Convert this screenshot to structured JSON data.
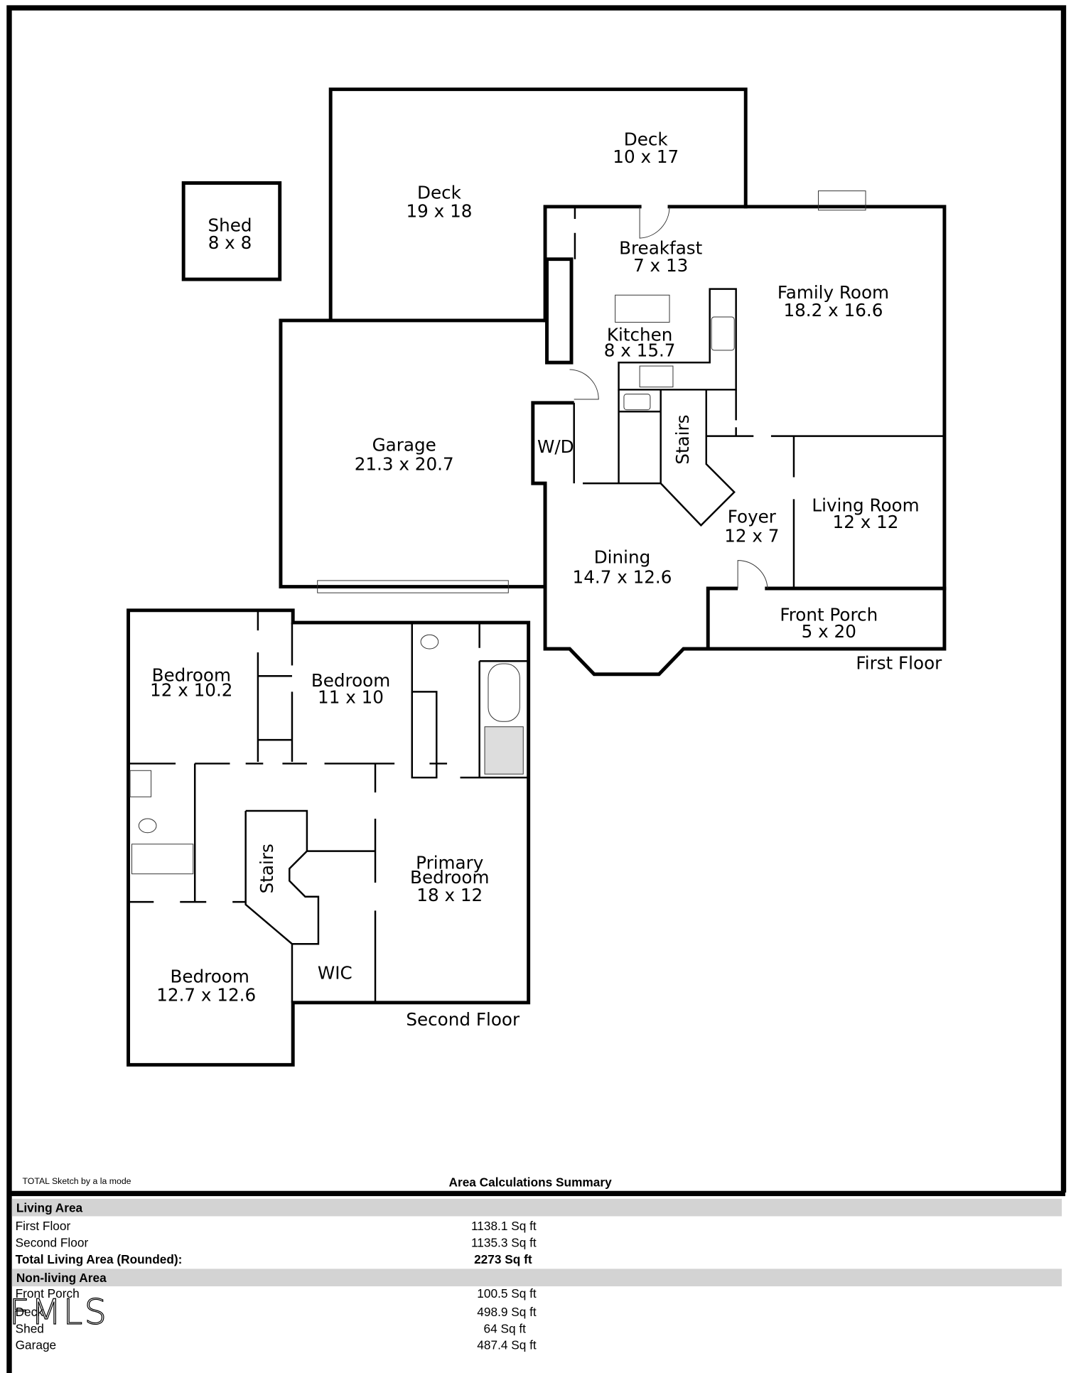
{
  "rooms": {
    "shed": {
      "name": "Shed",
      "dims": "8 x 8"
    },
    "deck_large": {
      "name": "Deck",
      "dims": "19 x 18"
    },
    "deck_small": {
      "name": "Deck",
      "dims": "10 x 17"
    },
    "breakfast": {
      "name": "Breakfast",
      "dims": "7 x 13"
    },
    "family": {
      "name": "Family Room",
      "dims": "18.2 x 16.6"
    },
    "kitchen": {
      "name": "Kitchen",
      "dims": "8 x 15.7"
    },
    "garage": {
      "name": "Garage",
      "dims": "21.3 x 20.7"
    },
    "wd": {
      "name": "W/D"
    },
    "stairs1": {
      "name": "Stairs"
    },
    "foyer": {
      "name": "Foyer",
      "dims": "12 x 7"
    },
    "living": {
      "name": "Living Room",
      "dims": "12 x 12"
    },
    "dining": {
      "name": "Dining",
      "dims": "14.7 x 12.6"
    },
    "porch": {
      "name": "Front Porch",
      "dims": "5 x 20"
    },
    "bed1": {
      "name": "Bedroom",
      "dims": "12 x 10.2"
    },
    "bed2": {
      "name": "Bedroom",
      "dims": "11 x 10"
    },
    "primary": {
      "name1": "Primary",
      "name2": "Bedroom",
      "dims": "18 x 12"
    },
    "stairs2": {
      "name": "Stairs"
    },
    "bed3": {
      "name": "Bedroom",
      "dims": "12.7 x 12.6"
    },
    "wic": {
      "name": "WIC"
    }
  },
  "floor_labels": {
    "first": "First Floor",
    "second": "Second Floor"
  },
  "credit": "TOTAL Sketch by a la mode",
  "summary": {
    "title": "Area Calculations Summary",
    "living_header": "Living Area",
    "living_rows": [
      {
        "label": "First Floor",
        "value": "1138.1 Sq ft"
      },
      {
        "label": "Second Floor",
        "value": "1135.3 Sq ft"
      }
    ],
    "total": {
      "label": "Total Living Area (Rounded):",
      "value": "2273 Sq ft"
    },
    "nonliving_header": "Non-living Area",
    "nonliving_rows": [
      {
        "label": "Front Porch",
        "value": "100.5 Sq ft"
      },
      {
        "label": "Deck",
        "value": "498.9 Sq ft"
      },
      {
        "label": "Shed",
        "value": "64 Sq ft"
      },
      {
        "label": "Garage",
        "value": "487.4 Sq ft"
      }
    ]
  },
  "watermark": "FMLS"
}
